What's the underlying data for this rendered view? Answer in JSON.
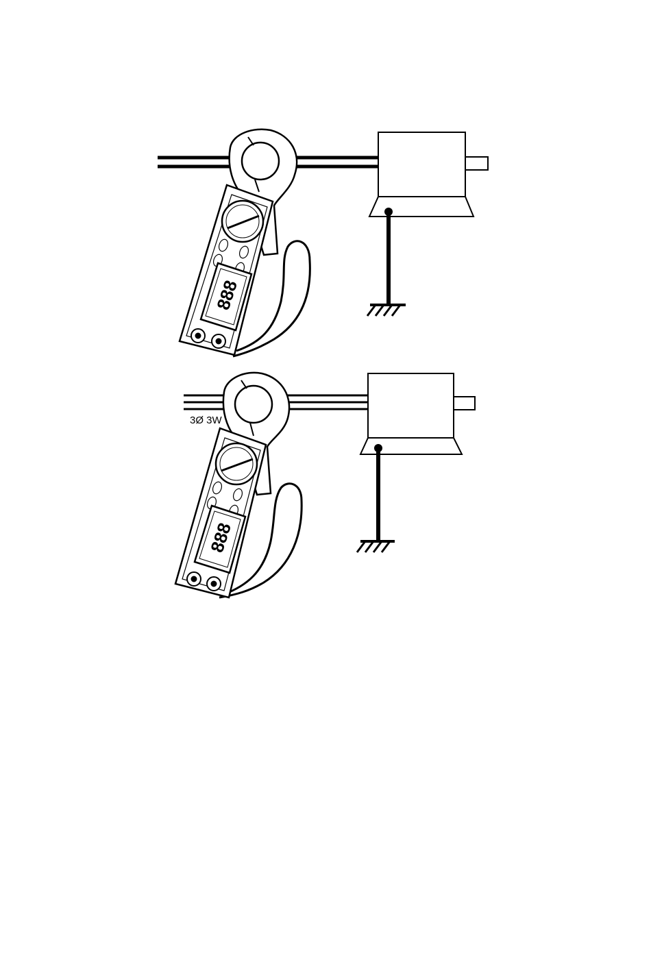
{
  "figures": [
    {
      "id": "single-phase",
      "wiring_label": "",
      "meter_display": "888"
    },
    {
      "id": "three-phase",
      "wiring_label": "3Ø 3W",
      "meter_display": "888"
    }
  ],
  "colors": {
    "ink": "#000000",
    "paper": "#ffffff"
  },
  "icons": [
    "clamp-meter-icon",
    "motor-icon",
    "ground-symbol-icon"
  ]
}
